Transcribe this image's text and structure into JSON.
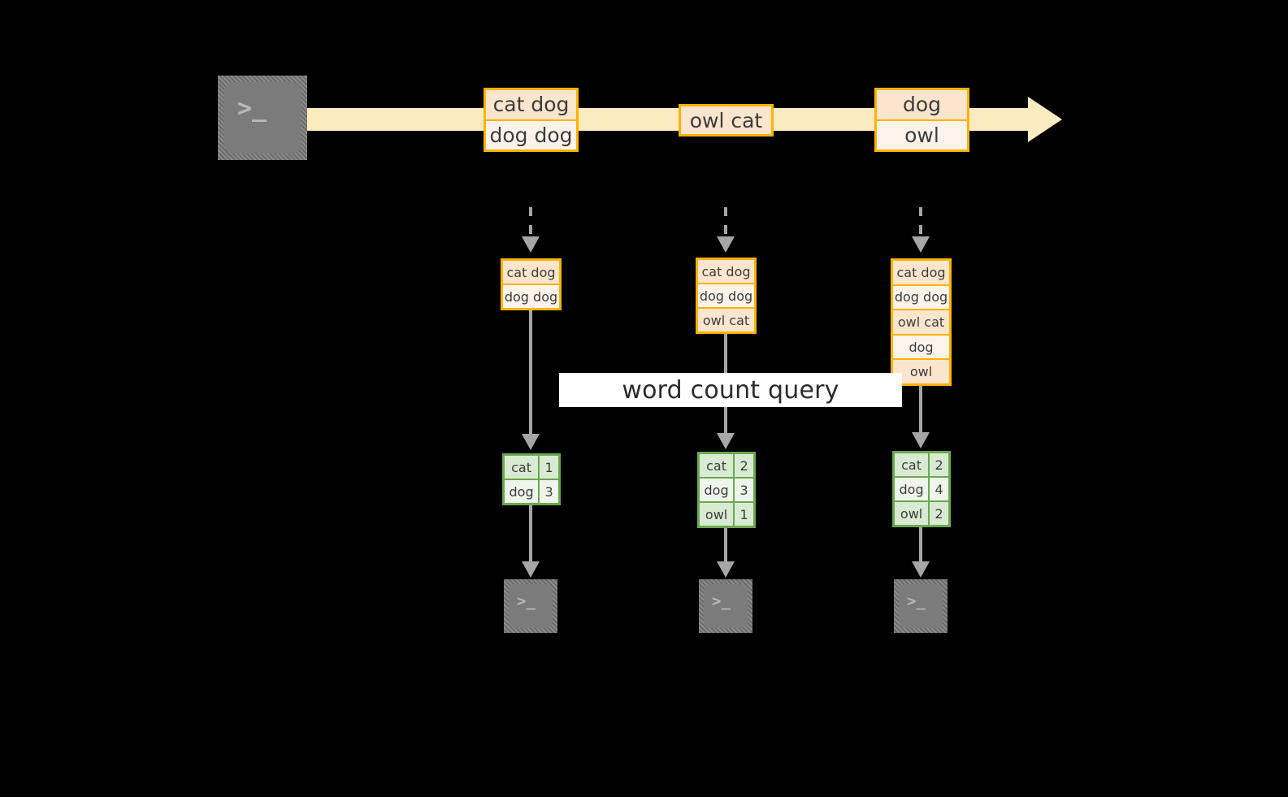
{
  "diagram": {
    "source": {
      "icon": "terminal-icon",
      "prompt": ">_"
    },
    "stream": {
      "batches": [
        {
          "lines": [
            "cat dog",
            "dog dog"
          ]
        },
        {
          "lines": [
            "owl cat"
          ]
        },
        {
          "lines": [
            "dog",
            "owl"
          ]
        }
      ]
    },
    "query_label": "word count query",
    "columns": [
      {
        "snapshot": [
          "cat dog",
          "dog dog"
        ],
        "result": {
          "rows": [
            {
              "word": "cat",
              "count": "1"
            },
            {
              "word": "dog",
              "count": "3"
            }
          ]
        },
        "sink": {
          "icon": "terminal-icon",
          "prompt": ">_"
        }
      },
      {
        "snapshot": [
          "cat dog",
          "dog dog",
          "owl cat"
        ],
        "result": {
          "rows": [
            {
              "word": "cat",
              "count": "2"
            },
            {
              "word": "dog",
              "count": "3"
            },
            {
              "word": "owl",
              "count": "1"
            }
          ]
        },
        "sink": {
          "icon": "terminal-icon",
          "prompt": ">_"
        }
      },
      {
        "snapshot": [
          "cat dog",
          "dog dog",
          "owl cat",
          "dog",
          "owl"
        ],
        "result": {
          "rows": [
            {
              "word": "cat",
              "count": "2"
            },
            {
              "word": "dog",
              "count": "4"
            },
            {
              "word": "owl",
              "count": "2"
            }
          ]
        },
        "sink": {
          "icon": "terminal-icon",
          "prompt": ">_"
        }
      }
    ]
  },
  "colors": {
    "background": "#000000",
    "stream_fill": "#fdebc0",
    "record_border": "#ffb300",
    "record_fill_dark": "#fce5cd",
    "record_fill_light": "#fdf3ea",
    "result_border": "#6aa84f",
    "result_fill_dark": "#d9ead3",
    "result_fill_light": "#eef5ea",
    "connector": "#a6a6a6",
    "label_background": "#ffffff",
    "terminal_fill": "#7b7b7b"
  }
}
